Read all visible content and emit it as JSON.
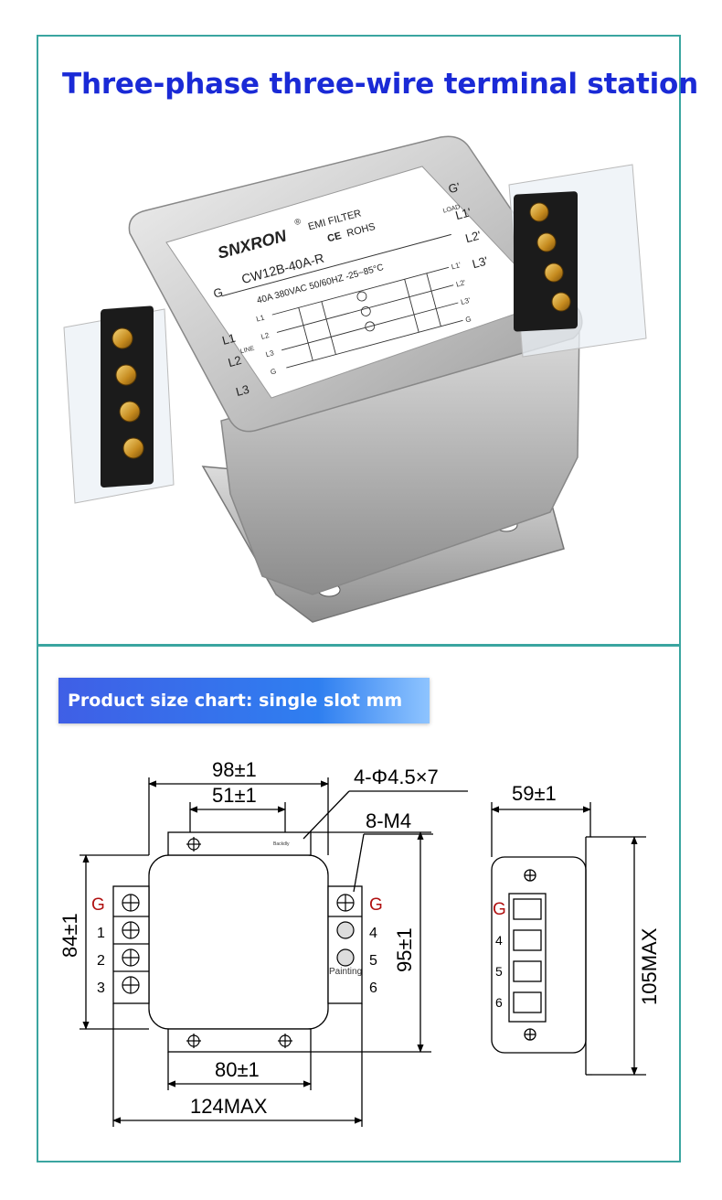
{
  "header": {
    "title": "Three-phase three-wire terminal station"
  },
  "product": {
    "brand": "SNXRON",
    "registered_mark": "®",
    "type_label": "EMI FILTER",
    "cert_ce": "CE",
    "cert_rohs": "ROHS",
    "model": "CW12B-40A-R",
    "rating": "40A 380VAC 50/60HZ -25~85°C",
    "line_label": "LINE",
    "load_label": "LOAD",
    "left_terminals": [
      "G",
      "L1",
      "L2",
      "L3"
    ],
    "right_terminals": [
      "G'",
      "L1'",
      "L2'",
      "L3'"
    ],
    "schematic_left": [
      "L1",
      "L2",
      "L3",
      "G"
    ],
    "schematic_right": [
      "L1'",
      "L2'",
      "L3'",
      "G"
    ]
  },
  "size_chart": {
    "banner": "Product size chart: single slot mm",
    "front_view": {
      "width_body": "98±1",
      "hole_spacing": "51±1",
      "mount_holes": "4-Φ4.5×7",
      "screws": "8-M4",
      "height_terminals": "84±1",
      "height_body": "95±1",
      "bottom_hole_spacing": "80±1",
      "total_width": "124MAX",
      "left_labels": [
        "G",
        "1",
        "2",
        "3"
      ],
      "right_labels": [
        "G",
        "4",
        "5",
        "6"
      ],
      "small_label_1": "Backdly",
      "small_label_2": "Painting"
    },
    "side_view": {
      "depth": "59±1",
      "height_max": "105MAX",
      "labels": [
        "G",
        "4",
        "5",
        "6"
      ]
    }
  },
  "colors": {
    "border": "#3aa5a0",
    "title": "#1a2ad6",
    "banner": "#3f5fe6",
    "ground_label": "#b01010"
  }
}
